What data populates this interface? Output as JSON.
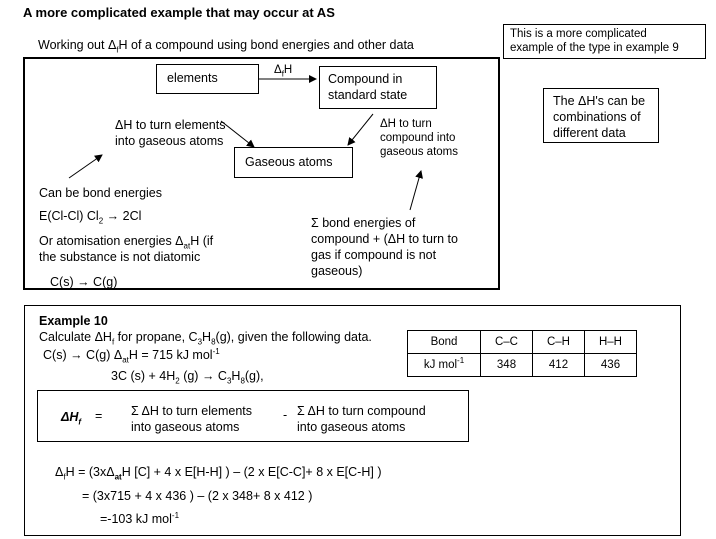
{
  "page": {
    "heading": "A more complicated example that may occur at AS",
    "subtitle_pre": "Working out Δ",
    "subtitle_sub": "f",
    "subtitle_post": "H of a compound using bond energies and other data",
    "note_line1": "This is a more complicated",
    "note_line2": "example of the type in example 9"
  },
  "cycle": {
    "elements_label": "elements",
    "dfh_pre": "Δ",
    "dfh_sub": "f",
    "dfh_post": "H",
    "compound_line1": "Compound in",
    "compound_line2": "standard state",
    "gaseous_atoms": "Gaseous atoms",
    "left_note_line1": "ΔH to turn elements",
    "left_note_line2": "into gaseous atoms",
    "right_note_line1": "ΔH to turn",
    "right_note_line2": "compound into",
    "right_note_line3": "gaseous atoms",
    "bond_energy_text": "Can be bond energies",
    "ecl_pre": "E(Cl-Cl)  Cl",
    "ecl_sub": "2",
    "ecl_post": " → 2Cl",
    "atomisation_pre": "Or atomisation energies Δ",
    "atomisation_sub": "at",
    "atomisation_post": "H (if",
    "atomisation_line2": "the substance is not diatomic",
    "carbon_eq": "C(s)  → C(g)",
    "sigma_line1": "Σ bond energies of",
    "sigma_line2": "compound + (ΔH to turn to",
    "sigma_line3": "gas if compound is not",
    "sigma_line4": "gaseous)"
  },
  "side_note": {
    "line1": "The ΔH's can be",
    "line2": "combinations of",
    "line3": "different data"
  },
  "example": {
    "title": "Example 10",
    "calc_pre": "Calculate ΔH",
    "calc_sub1": "f",
    "calc_mid": " for propane, C",
    "calc_sub2": "3",
    "calc_h": "H",
    "calc_sub3": "8",
    "calc_post": "(g), given the following data.",
    "data_pre": "C(s) → C(g)    Δ",
    "data_sub": "at",
    "data_mid": "H = 715 kJ mol",
    "data_sup": "-1",
    "eq_pre": "3C (s) + 4H",
    "eq_sub1": "2",
    "eq_mid": " (g) →  C",
    "eq_sub2": "3",
    "eq_h": "H",
    "eq_sub3": "8",
    "eq_post": "(g),",
    "dhf_label": "ΔH",
    "dhf_sub": "f",
    "equals": "=",
    "minus": "-",
    "sum1_line1": "Σ ΔH to turn elements",
    "sum1_line2": "into gaseous atoms",
    "sum2_line1": "Σ ΔH to turn compound",
    "sum2_line2": "into gaseous atoms",
    "calc1_pre": "Δ",
    "calc1_sub": "f",
    "calc1_mid": "H = (3xΔ",
    "calc1_sub2": "at",
    "calc1_post": "H [C] + 4 x E[H-H] )  –  (2 x E[C-C]+ 8 x E[C-H] )",
    "calc2": "= (3x715 + 4 x 436 ) –  (2 x 348+ 8 x 412 )",
    "result_pre": "=-103 kJ mol",
    "result_sup": "-1"
  },
  "bond_table": {
    "headers": [
      "Bond",
      "C–C",
      "C–H",
      "H–H"
    ],
    "unit_pre": "kJ mol",
    "unit_sup": "-1",
    "values": [
      "348",
      "412",
      "436"
    ]
  }
}
